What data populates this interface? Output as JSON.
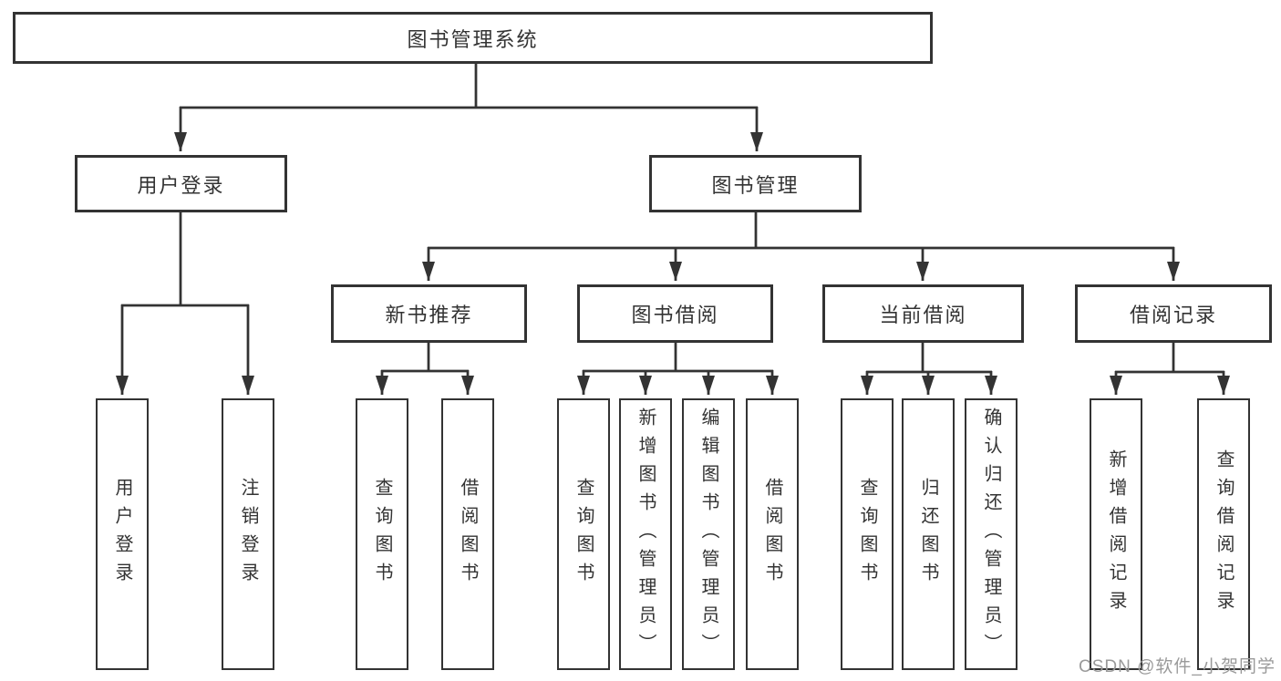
{
  "diagram": {
    "title": "图书管理系统",
    "branches": [
      {
        "label": "用户登录",
        "children": [
          {
            "label": "用户登录"
          },
          {
            "label": "注销登录"
          }
        ]
      },
      {
        "label": "图书管理",
        "children": [
          {
            "label": "新书推荐",
            "children": [
              {
                "label": "查询图书"
              },
              {
                "label": "借阅图书"
              }
            ]
          },
          {
            "label": "图书借阅",
            "children": [
              {
                "label": "查询图书"
              },
              {
                "label": "新增图书（管理员）"
              },
              {
                "label": "编辑图书（管理员）"
              },
              {
                "label": "借阅图书"
              }
            ]
          },
          {
            "label": "当前借阅",
            "children": [
              {
                "label": "查询图书"
              },
              {
                "label": "归还图书"
              },
              {
                "label": "确认归还（管理员）"
              }
            ]
          },
          {
            "label": "借阅记录",
            "children": [
              {
                "label": "新增借阅记录"
              },
              {
                "label": "查询借阅记录"
              }
            ]
          }
        ]
      }
    ]
  },
  "watermark": "CSDN @软件_小贺同学",
  "colors": {
    "line": "#333333",
    "box_border": "#333333",
    "box_fill": "#ffffff",
    "text": "#333333",
    "watermark_text": "#9a9a9a",
    "background": "#ffffff"
  }
}
